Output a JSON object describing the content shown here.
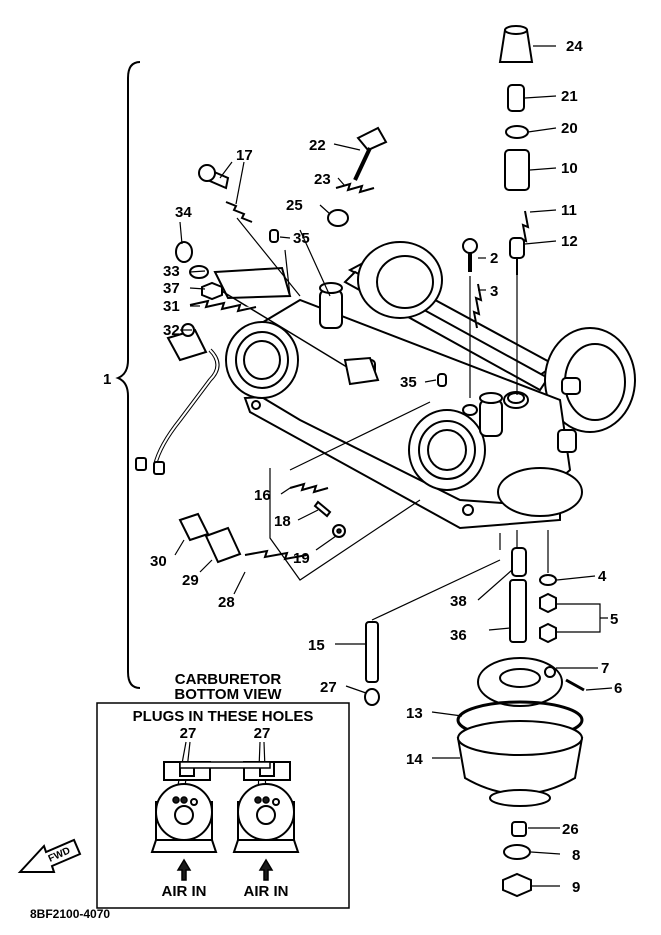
{
  "callouts": {
    "c1": "1",
    "c2": "2",
    "c3": "3",
    "c4": "4",
    "c5": "5",
    "c6": "6",
    "c7": "7",
    "c8": "8",
    "c9": "9",
    "c10": "10",
    "c11": "11",
    "c12": "12",
    "c13": "13",
    "c14": "14",
    "c15": "15",
    "c16": "16",
    "c17": "17",
    "c18": "18",
    "c19": "19",
    "c20": "20",
    "c21": "21",
    "c22": "22",
    "c23": "23",
    "c24": "24",
    "c25": "25",
    "c26": "26",
    "c27": "27",
    "c28": "28",
    "c29": "29",
    "c30": "30",
    "c31": "31",
    "c32": "32",
    "c33": "33",
    "c34": "34",
    "c35": "35",
    "c36": "36",
    "c37": "37",
    "c38": "38"
  },
  "inset": {
    "title_line1": "CARBURETOR",
    "title_line2": "BOTTOM VIEW",
    "box_heading": "PLUGS IN THESE HOLES",
    "plug_callout": "27",
    "air_in_left": "AIR IN",
    "air_in_right": "AIR IN"
  },
  "fwd_label": "FWD",
  "part_number": "8BF2100-4070"
}
